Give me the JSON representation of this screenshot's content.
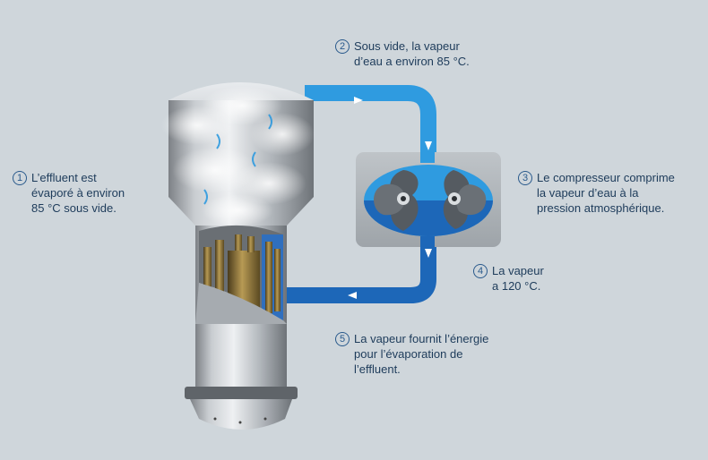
{
  "callouts": [
    {
      "number": "1",
      "lines": [
        "L’effluent est",
        "évaporé à environ",
        "85 °C sous vide."
      ]
    },
    {
      "number": "2",
      "lines": [
        "Sous vide, la vapeur",
        "d’eau a environ 85 °C."
      ]
    },
    {
      "number": "3",
      "lines": [
        "Le compresseur comprime",
        "la vapeur d’eau à la",
        "pression atmosphérique."
      ]
    },
    {
      "number": "4",
      "lines": [
        "La vapeur",
        "a 120 °C."
      ]
    },
    {
      "number": "5",
      "lines": [
        "La vapeur fournit l’énergie",
        "pour l’évaporation de",
        "l’effluent."
      ]
    }
  ],
  "colors": {
    "background": "#cfd6db",
    "pipe_light": "#2f9be0",
    "pipe_dark": "#1d67b8",
    "text": "#1d3b5a",
    "number": "#2a5a8c"
  }
}
